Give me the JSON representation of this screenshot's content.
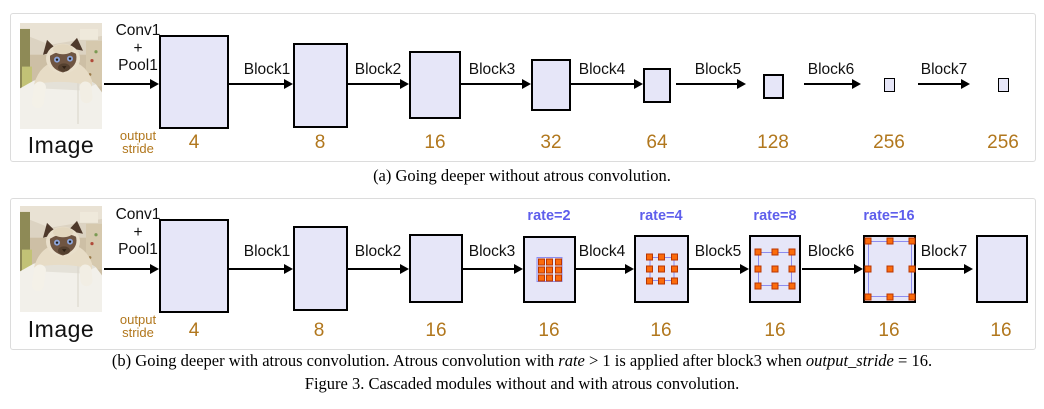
{
  "colors": {
    "block_fill": "#e6e6f8",
    "block_border": "#000000",
    "stride_text": "#b1771d",
    "rate_text": "#5e5eec",
    "atrous_square": "#fb6b0b",
    "atrous_square_border": "#b93502",
    "atrous_outline": "#8c8cef",
    "panel_border": "#dcdcdc"
  },
  "panel_a": {
    "image_label": "Image",
    "conv_pool_label": "Conv1\n+\nPool1",
    "output_stride_label": "output\nstride",
    "block_labels": [
      "Block1",
      "Block2",
      "Block3",
      "Block4",
      "Block5",
      "Block6",
      "Block7"
    ],
    "strides": [
      "4",
      "8",
      "16",
      "32",
      "64",
      "128",
      "256",
      "256"
    ],
    "caption": "(a) Going deeper without atrous convolution."
  },
  "panel_b": {
    "image_label": "Image",
    "conv_pool_label": "Conv1\n+\nPool1",
    "output_stride_label": "output\nstride",
    "block_labels": [
      "Block1",
      "Block2",
      "Block3",
      "Block4",
      "Block5",
      "Block6",
      "Block7"
    ],
    "rate_labels": [
      "rate=2",
      "rate=4",
      "rate=8",
      "rate=16"
    ],
    "strides": [
      "4",
      "8",
      "16",
      "16",
      "16",
      "16",
      "16",
      "16"
    ],
    "caption": {
      "part1": "(b) Going deeper with atrous convolution. Atrous convolution with ",
      "math1": "rate",
      "part2": " > 1 is applied after block3 when ",
      "math2": "output_stride",
      "part3": " = 16."
    }
  },
  "figure_caption": "Figure 3. Cascaded modules without and with atrous convolution."
}
